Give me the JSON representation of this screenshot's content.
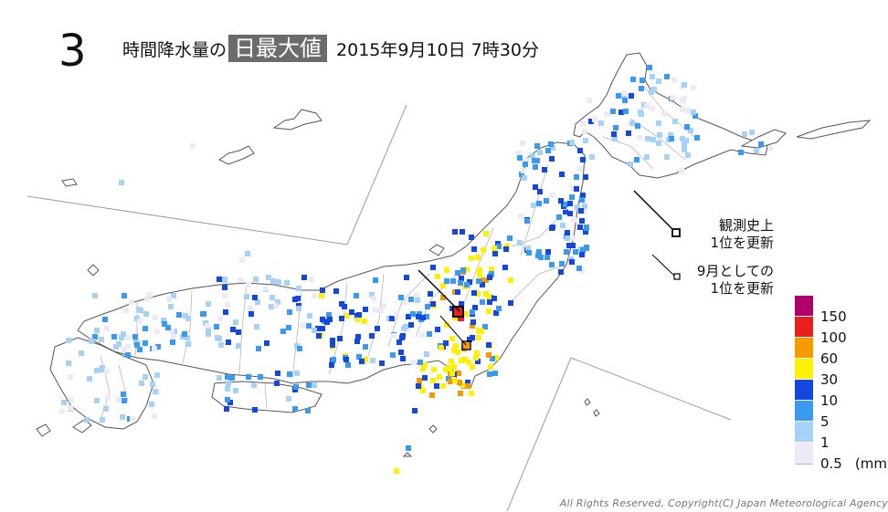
{
  "header": {
    "number": "3",
    "prefix": "時間降水量の",
    "highlight": "日最大値",
    "datetime": "2015年9月10日 7時30分"
  },
  "record_legend": {
    "historic": [
      "観測史上",
      "1位を更新"
    ],
    "september": [
      "9月としての",
      "1位を更新"
    ]
  },
  "legend": {
    "unit_suffix": "(mm",
    "levels": [
      {
        "label": "150",
        "color": "#b0006a"
      },
      {
        "label": "100",
        "color": "#e8201c"
      },
      {
        "label": "60",
        "color": "#f59b00"
      },
      {
        "label": "30",
        "color": "#fff200"
      },
      {
        "label": "10",
        "color": "#1446e0"
      },
      {
        "label": "5",
        "color": "#3a9af0"
      },
      {
        "label": "1",
        "color": "#a6d2f5"
      },
      {
        "label": "0.5",
        "color": "#eceaf6"
      }
    ]
  },
  "copyright": "All Rights Reserved, Copyright(C) Japan Meteorological Agency",
  "colors": {
    "coast": "#555555",
    "prefecture_border": "#aaaaaa",
    "inset_border": "#999999",
    "record_box": "#000000"
  }
}
